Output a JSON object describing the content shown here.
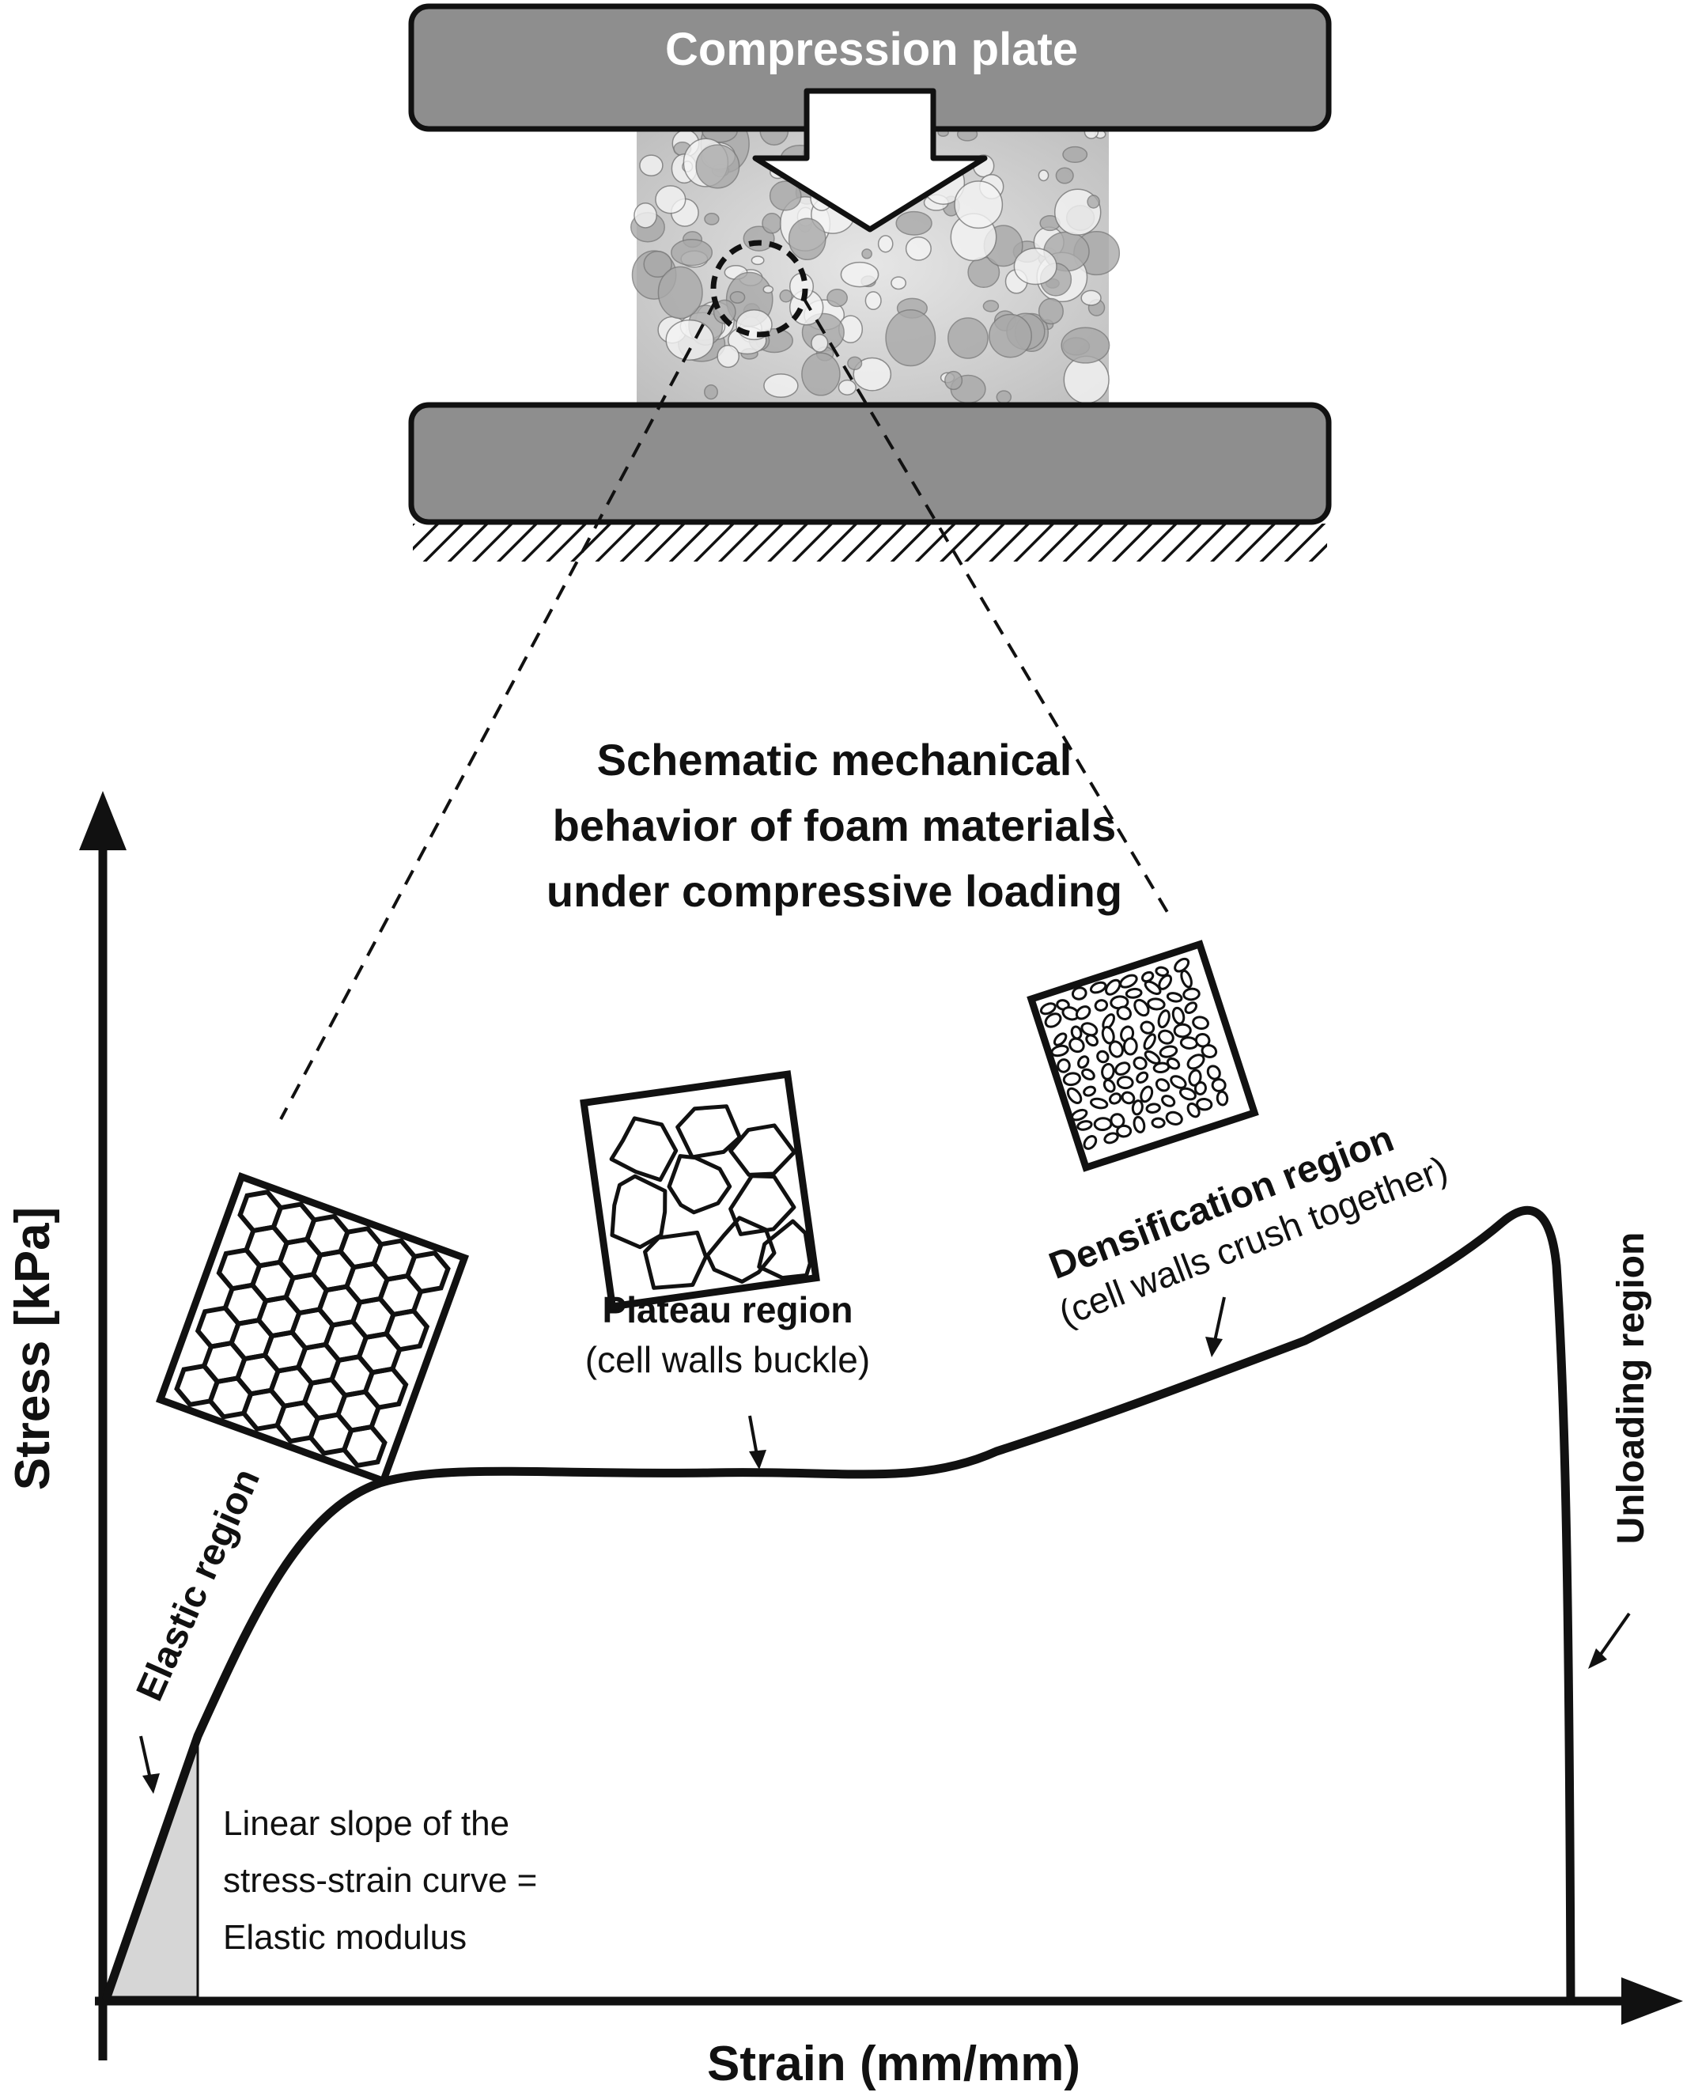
{
  "apparatus": {
    "top_plate_label": "Compression plate"
  },
  "title": {
    "line1": "Schematic mechanical",
    "line2": "behavior of foam materials",
    "line3": "under compressive loading"
  },
  "axes": {
    "x_label": "Strain (mm/mm)",
    "y_label": "Stress [kPa]"
  },
  "regions": {
    "elastic": {
      "name": "Elastic region"
    },
    "plateau": {
      "name": "Plateau region",
      "note": "(cell walls buckle)"
    },
    "densification": {
      "name": "Densification region",
      "note": "(cell walls crush together)"
    },
    "unloading": {
      "name": "Unloading region"
    }
  },
  "modulus_note": {
    "line1": "Linear slope of the",
    "line2": "stress-strain curve =",
    "line3": "Elastic modulus"
  },
  "colors": {
    "plate_fill": "#8e8e8e",
    "stroke": "#111111",
    "modulus_shade": "#d6d6d6"
  }
}
